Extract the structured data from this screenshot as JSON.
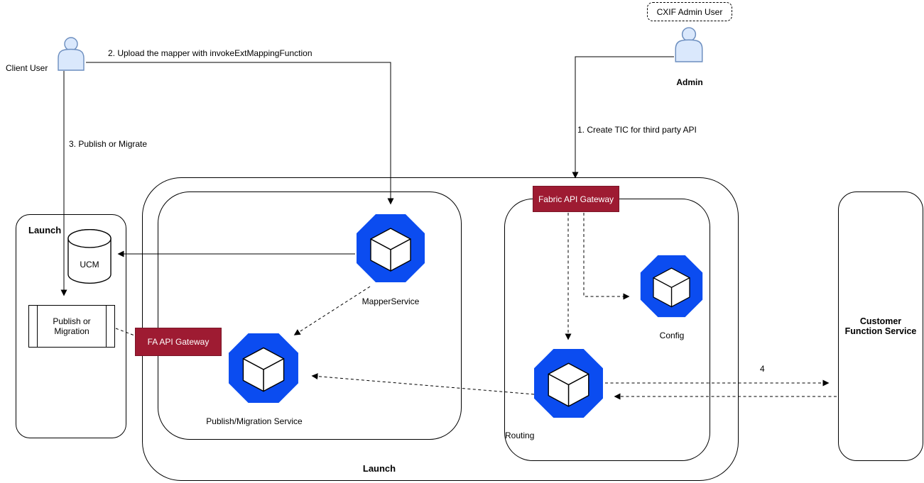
{
  "actors": {
    "client_user": "Client User",
    "admin": "Admin",
    "cxif_admin_user": "CXIF Admin User"
  },
  "flows": {
    "step1": "1. Create TIC for third party API",
    "step2": "2. Upload the mapper with invokeExtMappingFunction",
    "step3": "3. Publish or Migrate",
    "step4": "4"
  },
  "gateways": {
    "fabric_api_gateway": "Fabric API Gateway",
    "fa_api_gateway": "FA API Gateway"
  },
  "containers": {
    "launch_left": "Launch",
    "launch_main": "Launch",
    "customer_function_service": "Customer Function Service"
  },
  "services": {
    "ucm": "UCM",
    "publish_or_migration": "Publish or Migration",
    "mapper_service": "MapperService",
    "publish_migration_service": "Publish/Migration Service",
    "routing": "Routing",
    "config": "Config"
  },
  "colors": {
    "service_blue": "#0B4CF0",
    "gateway_red": "#9E1B32",
    "actor_fill": "#DAE8FC",
    "actor_stroke": "#6C8EBF",
    "line_black": "#000000"
  }
}
